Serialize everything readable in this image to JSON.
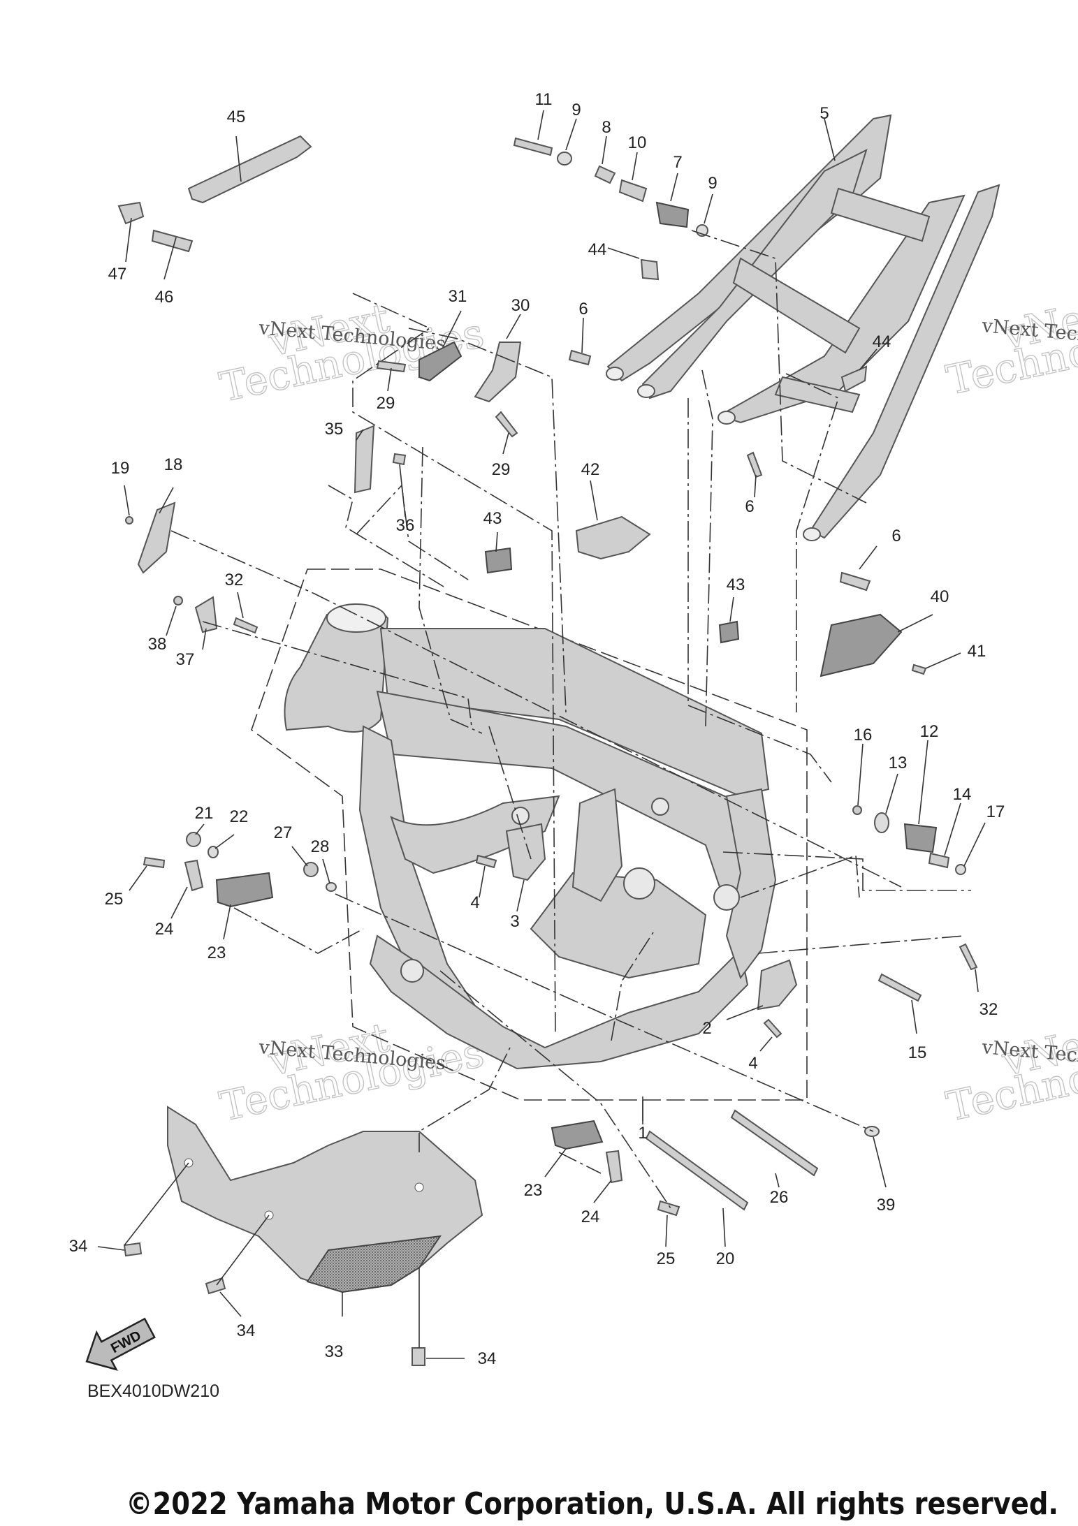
{
  "diagram_code": "BEX4010DW210",
  "copyright": "©2022 Yamaha Motor Corporation, U.S.A. All rights reserved.",
  "watermark": {
    "line1": "vNext Technologies",
    "big1": "vNext",
    "big2": "Technologies"
  },
  "fwd_label": "FWD",
  "callouts": {
    "c1": "1",
    "c2": "2",
    "c3": "3",
    "c4a": "4",
    "c4b": "4",
    "c5": "5",
    "c6a": "6",
    "c6b": "6",
    "c6c": "6",
    "c7": "7",
    "c8": "8",
    "c9a": "9",
    "c9b": "9",
    "c10": "10",
    "c11": "11",
    "c12": "12",
    "c13": "13",
    "c14": "14",
    "c15": "15",
    "c16": "16",
    "c17": "17",
    "c18": "18",
    "c19": "19",
    "c20": "20",
    "c21": "21",
    "c22": "22",
    "c23a": "23",
    "c23b": "23",
    "c24a": "24",
    "c24b": "24",
    "c25a": "25",
    "c25b": "25",
    "c26": "26",
    "c27": "27",
    "c28": "28",
    "c29a": "29",
    "c29b": "29",
    "c30": "30",
    "c31": "31",
    "c32a": "32",
    "c32b": "32",
    "c33": "33",
    "c34a": "34",
    "c34b": "34",
    "c34c": "34",
    "c35": "35",
    "c36": "36",
    "c37": "37",
    "c38": "38",
    "c39": "39",
    "c40": "40",
    "c41": "41",
    "c42": "42",
    "c43a": "43",
    "c43b": "43",
    "c44a": "44",
    "c44b": "44",
    "c45": "45",
    "c46": "46",
    "c47": "47"
  }
}
